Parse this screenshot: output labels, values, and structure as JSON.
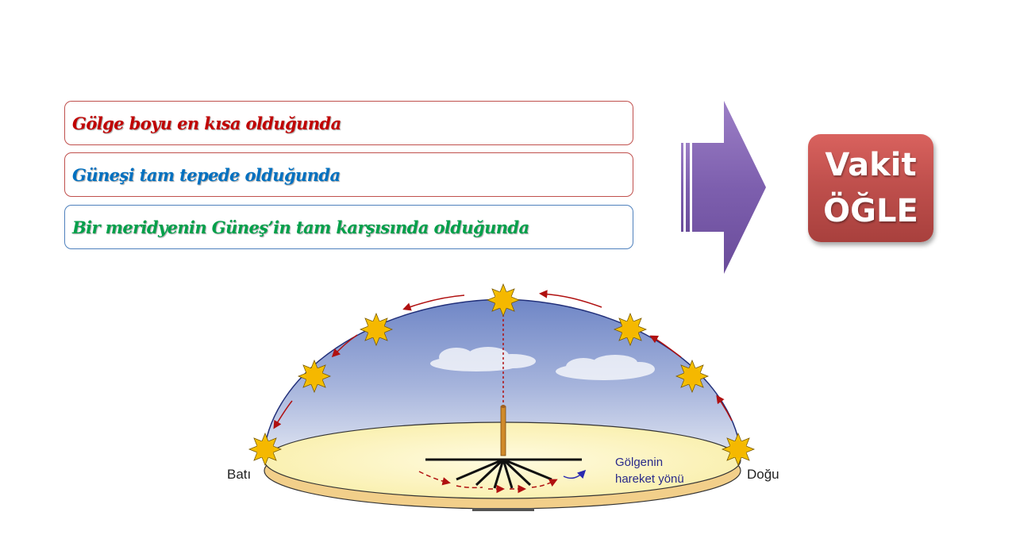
{
  "conditions": [
    {
      "text": "Gölge boyu en kısa olduğunda",
      "color": "#c00000"
    },
    {
      "text": "Güneşi tam tepede olduğunda",
      "color": "#0070c0"
    },
    {
      "text": "Bir meridyenin Güneş’in tam karşısında olduğunda",
      "color": "#00a04a"
    }
  ],
  "result": {
    "line1": "Vakit",
    "line2": "ÖĞLE"
  },
  "diagram": {
    "west_label": "Batı",
    "east_label": "Doğu",
    "shadow_label_line1": "Gölgenin",
    "shadow_label_line2": "hareket yönü"
  },
  "colors": {
    "arrow": "#7a5aa6",
    "result_box": "#c0504d",
    "sun": "#f5c000",
    "path_arrow": "#b01010"
  }
}
